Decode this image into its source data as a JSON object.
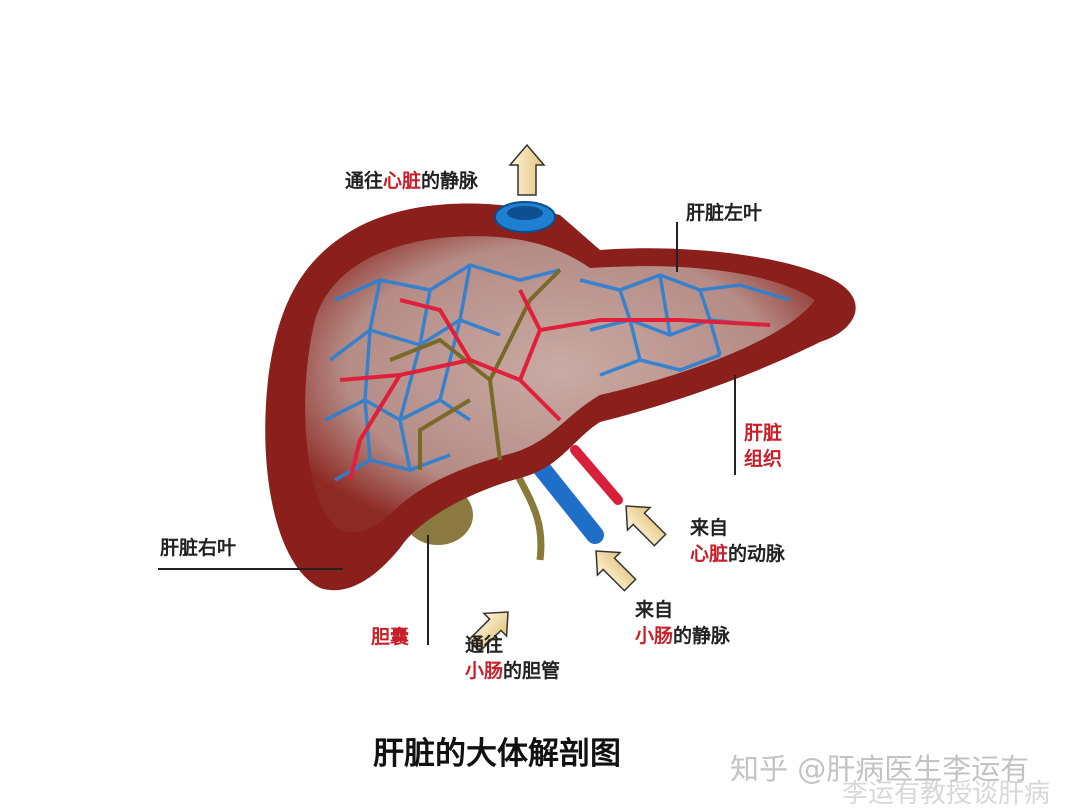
{
  "labels": {
    "vein_to_heart": {
      "a": "通往",
      "b": "心脏",
      "c": "的静脉"
    },
    "left_lobe": "肝脏左叶",
    "liver_tissue": {
      "a": "肝脏",
      "b": "组织"
    },
    "right_lobe": "肝脏右叶",
    "artery_from_heart": {
      "a": "来自",
      "b": "心脏",
      "c": "的动脉"
    },
    "vein_from_intestine": {
      "a": "来自",
      "b": "小肠",
      "c": "的静脉"
    },
    "gallbladder": "胆囊",
    "bile_duct": {
      "a": "通往",
      "b": "小肠",
      "c": "的胆管"
    }
  },
  "caption": "肝脏的大体解剖图",
  "watermark": {
    "line1": "知乎 @肝病医生李运有",
    "line2": "李运有教授谈肝病"
  },
  "colors": {
    "liver": "#8a1f1c",
    "vein": "#2a7fd0",
    "artery": "#e0203a",
    "bile": "#7a6a2a",
    "label_red": "#c8202a"
  }
}
